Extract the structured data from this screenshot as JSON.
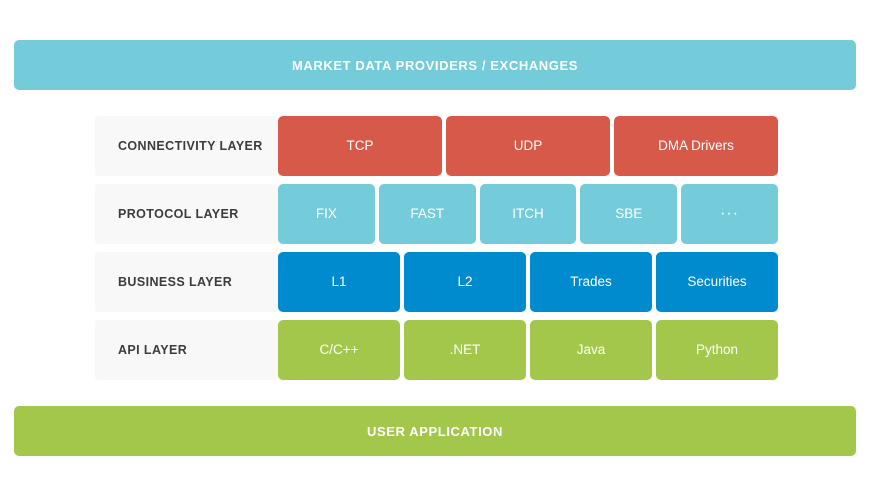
{
  "top_banner": {
    "label": "MARKET DATA PROVIDERS / EXCHANGES",
    "color": "#74cbd9"
  },
  "bottom_banner": {
    "label": "USER APPLICATION",
    "color": "#a3c74a"
  },
  "label_column_bg": "#f8f8f8",
  "layers": [
    {
      "label": "CONNECTIVITY LAYER",
      "color": "#d7594a",
      "cells": [
        {
          "label": "TCP"
        },
        {
          "label": "UDP"
        },
        {
          "label": "DMA Drivers"
        }
      ]
    },
    {
      "label": "PROTOCOL LAYER",
      "color": "#74cbd9",
      "cells": [
        {
          "label": "FIX"
        },
        {
          "label": "FAST"
        },
        {
          "label": "ITCH"
        },
        {
          "label": "SBE"
        },
        {
          "label": "···"
        }
      ]
    },
    {
      "label": "BUSINESS LAYER",
      "color": "#008bce",
      "cells": [
        {
          "label": "L1"
        },
        {
          "label": "L2"
        },
        {
          "label": "Trades"
        },
        {
          "label": "Securities"
        }
      ]
    },
    {
      "label": "API LAYER",
      "color": "#a3c74a",
      "cells": [
        {
          "label": "C/C++"
        },
        {
          "label": ".NET"
        },
        {
          "label": "Java"
        },
        {
          "label": "Python"
        }
      ]
    }
  ]
}
